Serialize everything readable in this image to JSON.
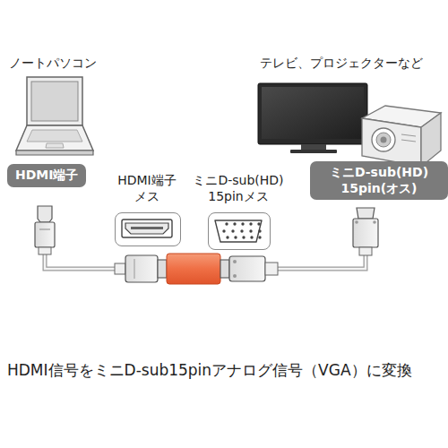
{
  "diagram": {
    "caption": "HDMI信号をミニD-sub15pinアナログ信号（VGA）に変換",
    "nodes": [
      {
        "text": [
          "HDMI端子"
        ]
      },
      {
        "text": [
          "HDMI端子 メス"
        ]
      },
      {
        "text": [
          "ミニD-sub(HD) 15pinメス"
        ]
      },
      {
        "text": [
          "ミニD-sub(HD) 15pin(オス)"
        ]
      }
    ],
    "labels": [
      "ノートパソコン",
      "テレビ、プロジェクターなど"
    ]
  }
}
